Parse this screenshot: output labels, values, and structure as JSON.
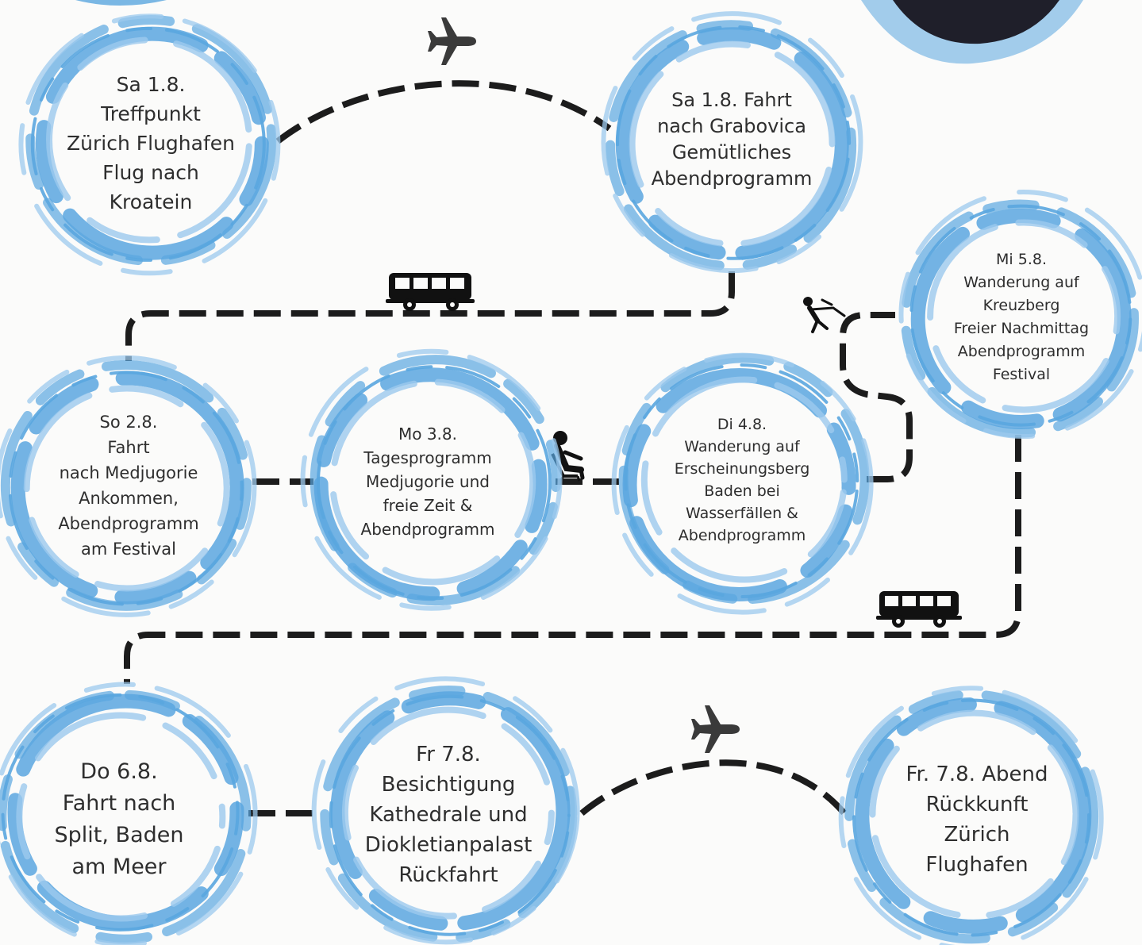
{
  "colors": {
    "ring": "#5aa6df",
    "ring_light": "#9cc9ee",
    "path": "#1c1c1c",
    "text": "#2e2e2e",
    "plane": "#3a3a3a"
  },
  "transport_icons": [
    "plane-icon",
    "bus-icon",
    "bus-icon",
    "plane-icon",
    "relaxing-person-icon",
    "hiking-person-icon"
  ],
  "stops": [
    {
      "id": "sa-1-8-treffpunkt",
      "lines": [
        "Sa 1.8.",
        "Treffpunkt",
        "Zürich Flughafen",
        "Flug nach",
        "Kroatein"
      ]
    },
    {
      "id": "sa-1-8-fahrt",
      "lines": [
        "Sa 1.8.  Fahrt",
        "nach Grabovica",
        "Gemütliches",
        "Abendprogramm"
      ]
    },
    {
      "id": "mi-5-8",
      "lines": [
        "Mi 5.8.",
        "Wanderung auf",
        "Kreuzberg",
        "Freier Nachmittag",
        "Abendprogramm",
        "Festival"
      ]
    },
    {
      "id": "so-2-8",
      "lines": [
        "So 2.8.",
        "Fahrt",
        "nach Medjugorie",
        "Ankommen,",
        "Abendprogramm",
        "am Festival"
      ]
    },
    {
      "id": "mo-3-8",
      "lines": [
        "Mo 3.8.",
        "Tagesprogramm",
        "Medjugorie und",
        "freie Zeit &",
        "Abendprogramm"
      ]
    },
    {
      "id": "di-4-8",
      "lines": [
        "Di 4.8.",
        "Wanderung auf",
        "Erscheinungsberg",
        "Baden bei",
        "Wasserfällen &",
        "Abendprogramm"
      ]
    },
    {
      "id": "do-6-8",
      "lines": [
        "Do 6.8.",
        "Fahrt nach",
        "Split, Baden",
        "am Meer"
      ]
    },
    {
      "id": "fr-7-8",
      "lines": [
        "Fr 7.8.",
        "Besichtigung",
        "Kathedrale und",
        "Diokletianpalast",
        "Rückfahrt"
      ]
    },
    {
      "id": "fr-7-8-abend",
      "lines": [
        "Fr. 7.8. Abend",
        "Rückkunft",
        "Zürich",
        "Flughafen"
      ]
    }
  ]
}
